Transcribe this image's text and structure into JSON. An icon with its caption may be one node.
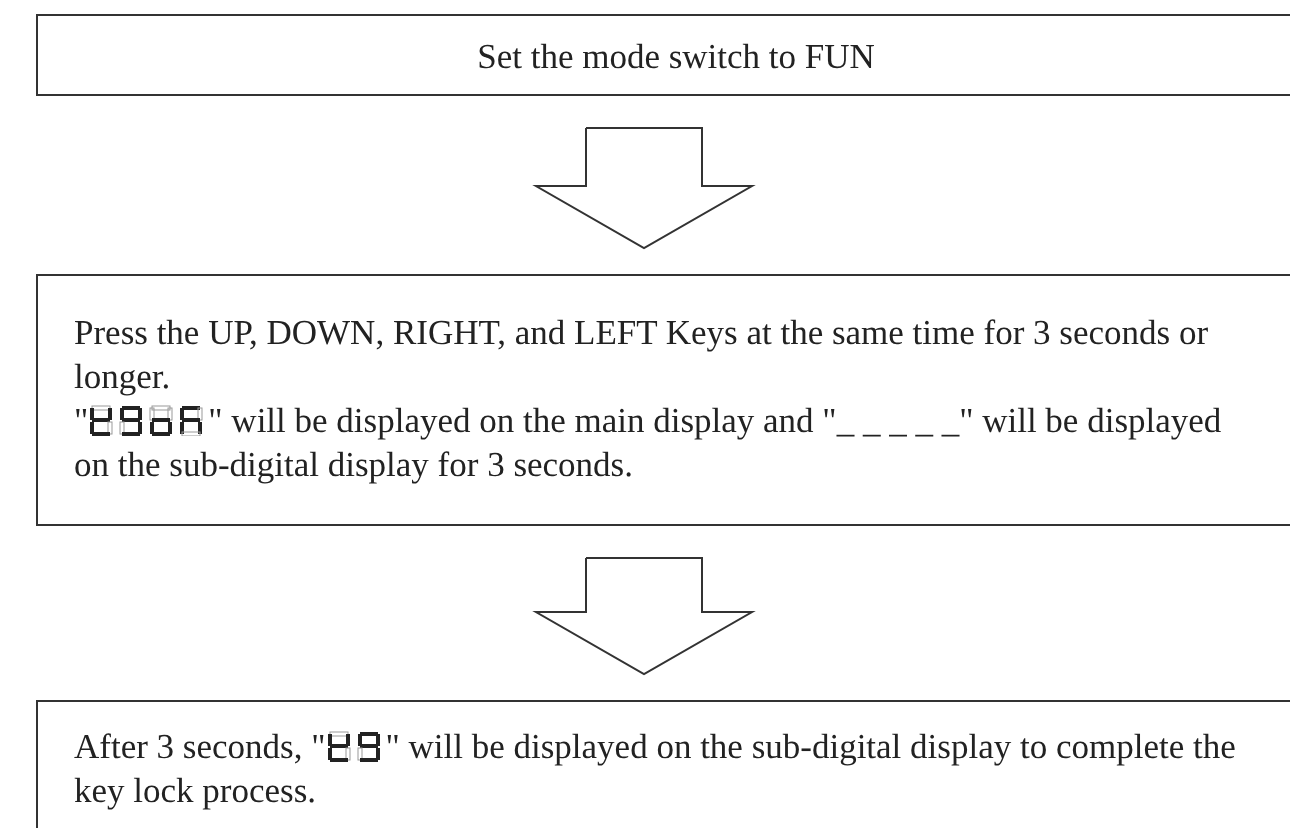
{
  "diagram": {
    "nodes": [
      {
        "text": [
          "Set the mode switch to FUN"
        ]
      },
      {
        "text": [
          "Press the UP, DOWN, RIGHT, and LEFT Keys at the same time for 3 seconds or longer.",
          "\"",
          "\" will be displayed on the main display and \"_ _ _ _ _\" will be displayed on the sub-digital display for 3 seconds."
        ]
      },
      {
        "text": [
          "After 3 seconds, \"",
          "\" will be displayed on the sub-digital display to complete the key lock process."
        ]
      }
    ],
    "edges": [
      {
        "from": 0,
        "to": 1,
        "arrow": "to"
      },
      {
        "from": 1,
        "to": 2,
        "arrow": "to"
      }
    ]
  }
}
